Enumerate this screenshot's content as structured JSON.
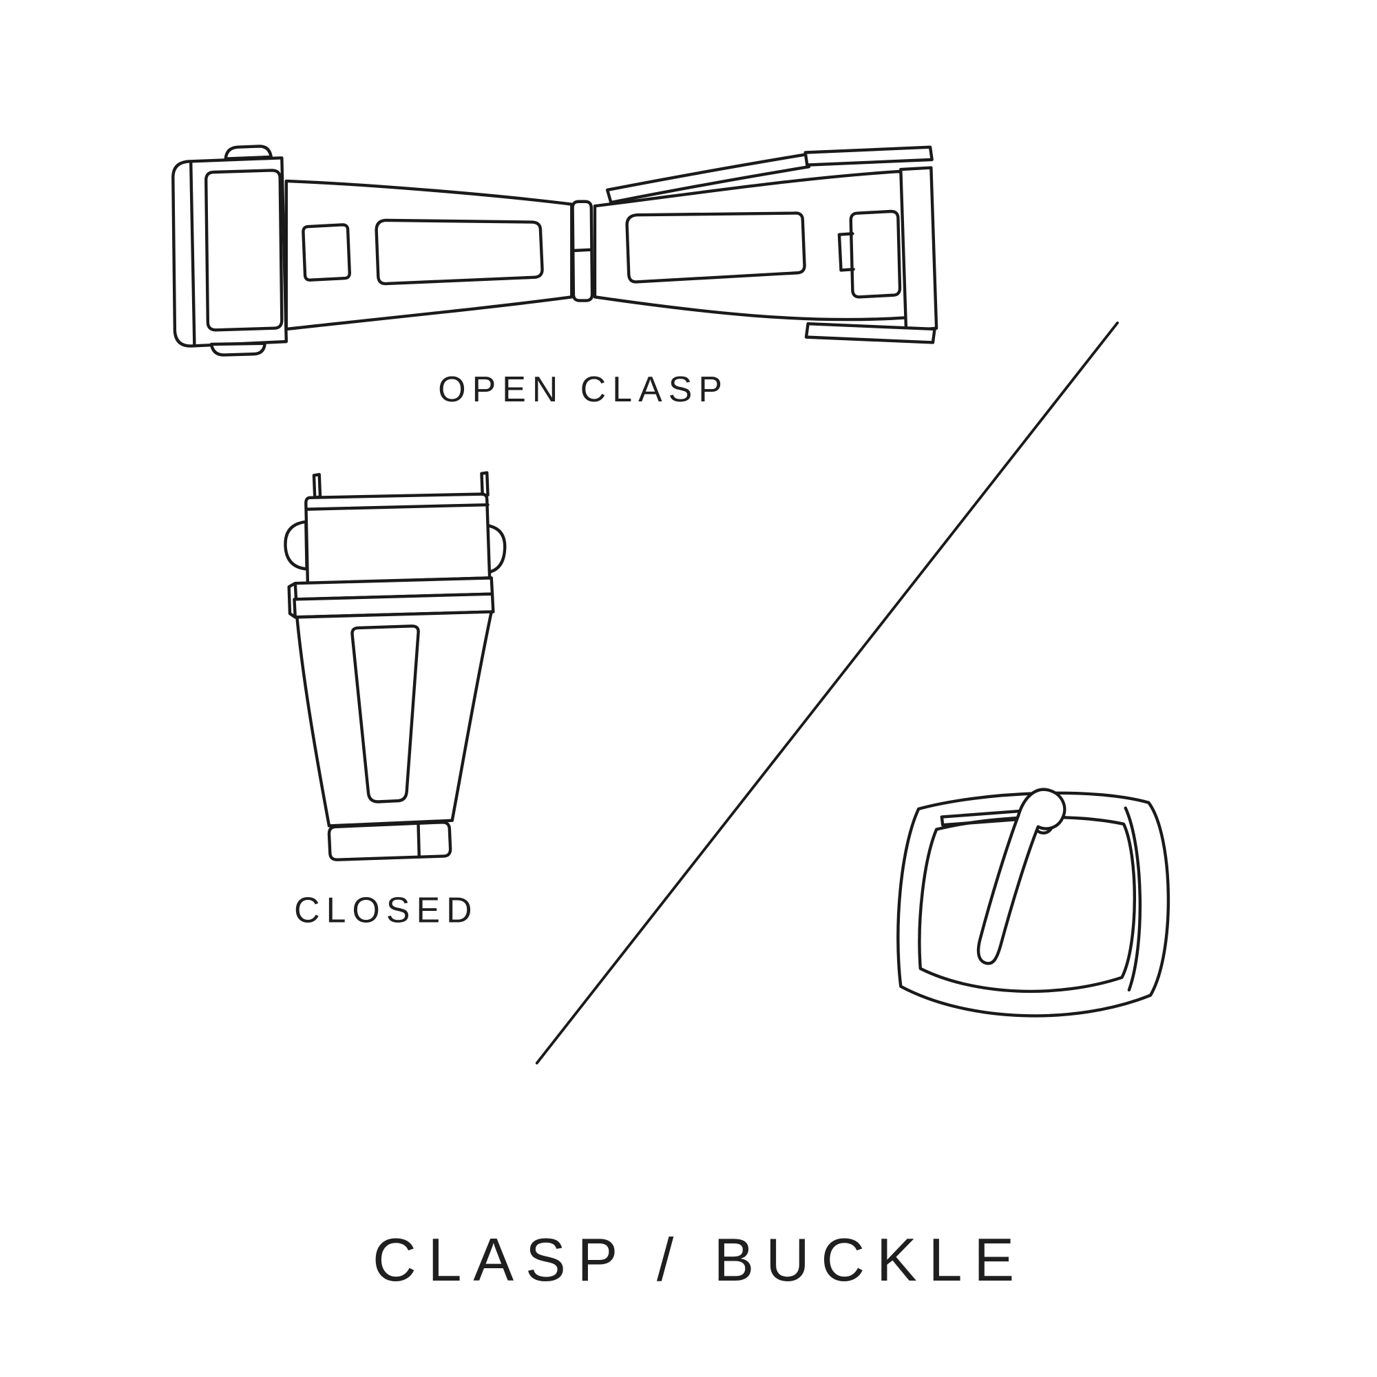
{
  "canvas": {
    "background": "#ffffff",
    "line_color": "#1a1a1a",
    "text_color": "#1f1f1f"
  },
  "figures": {
    "open_clasp_label": "OPEN CLASP",
    "closed_label": "CLOSED"
  },
  "title": "CLASP / BUCKLE"
}
